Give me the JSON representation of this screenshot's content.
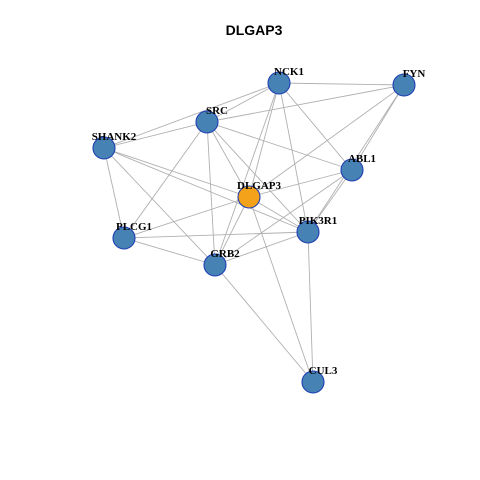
{
  "title": "DLGAP3",
  "colors": {
    "hub_fill": "#F5A21B",
    "node_fill": "#4682B4",
    "node_stroke": "#1F3FB3",
    "edge": "#B0B0B0",
    "background": "#FFFFFF"
  },
  "nodes": [
    {
      "id": "DLGAP3",
      "label": "DLGAP3",
      "hub": true
    },
    {
      "id": "NCK1",
      "label": "NCK1",
      "hub": false
    },
    {
      "id": "FYN",
      "label": "FYN",
      "hub": false
    },
    {
      "id": "SRC",
      "label": "SRC",
      "hub": false
    },
    {
      "id": "SHANK2",
      "label": "SHANK2",
      "hub": false
    },
    {
      "id": "ABL1",
      "label": "ABL1",
      "hub": false
    },
    {
      "id": "PLCG1",
      "label": "PLCG1",
      "hub": false
    },
    {
      "id": "PIK3R1",
      "label": "PIK3R1",
      "hub": false
    },
    {
      "id": "GRB2",
      "label": "GRB2",
      "hub": false
    },
    {
      "id": "CUL3",
      "label": "CUL3",
      "hub": false
    }
  ],
  "edges": [
    [
      "NCK1",
      "FYN"
    ],
    [
      "NCK1",
      "SRC"
    ],
    [
      "NCK1",
      "DLGAP3"
    ],
    [
      "NCK1",
      "GRB2"
    ],
    [
      "NCK1",
      "PIK3R1"
    ],
    [
      "NCK1",
      "ABL1"
    ],
    [
      "NCK1",
      "SHANK2"
    ],
    [
      "FYN",
      "SRC"
    ],
    [
      "FYN",
      "ABL1"
    ],
    [
      "FYN",
      "DLGAP3"
    ],
    [
      "FYN",
      "PIK3R1"
    ],
    [
      "SRC",
      "ABL1"
    ],
    [
      "SRC",
      "DLGAP3"
    ],
    [
      "SRC",
      "PLCG1"
    ],
    [
      "SRC",
      "GRB2"
    ],
    [
      "SRC",
      "PIK3R1"
    ],
    [
      "SRC",
      "SHANK2"
    ],
    [
      "SHANK2",
      "DLGAP3"
    ],
    [
      "SHANK2",
      "PIK3R1"
    ],
    [
      "SHANK2",
      "GRB2"
    ],
    [
      "SHANK2",
      "PLCG1"
    ],
    [
      "ABL1",
      "DLGAP3"
    ],
    [
      "ABL1",
      "GRB2"
    ],
    [
      "ABL1",
      "PIK3R1"
    ],
    [
      "DLGAP3",
      "PLCG1"
    ],
    [
      "DLGAP3",
      "GRB2"
    ],
    [
      "DLGAP3",
      "PIK3R1"
    ],
    [
      "DLGAP3",
      "CUL3"
    ],
    [
      "PLCG1",
      "GRB2"
    ],
    [
      "PLCG1",
      "PIK3R1"
    ],
    [
      "GRB2",
      "PIK3R1"
    ],
    [
      "GRB2",
      "CUL3"
    ],
    [
      "PIK3R1",
      "CUL3"
    ]
  ]
}
